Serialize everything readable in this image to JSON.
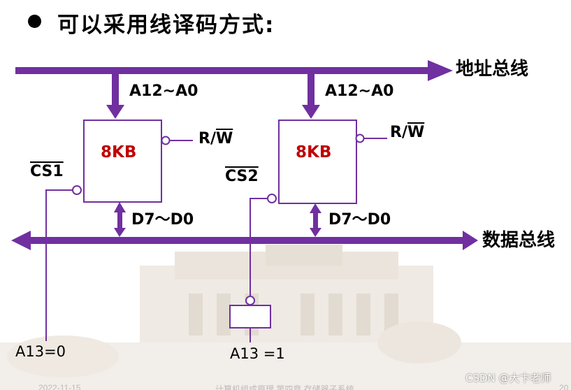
{
  "title": "可以采用线译码方式:",
  "address_bus": {
    "label": "地址总线"
  },
  "data_bus": {
    "label": "数据总线"
  },
  "chips": [
    {
      "capacity": "8KB",
      "addr_lines": "A12~A0",
      "data_lines": "D7～D0",
      "rw": "R/W",
      "rw_bar": "W",
      "cs": "CS1"
    },
    {
      "capacity": "8KB",
      "addr_lines": "A12~A0",
      "data_lines": "D7～D0",
      "rw": "R/W",
      "rw_bar": "W",
      "cs": "CS2"
    }
  ],
  "inputs": {
    "left": "A13=0",
    "right": "A13 =1"
  },
  "footer": {
    "date": "2022-11-15",
    "center": "计算机组成原理  第四章 存储器子系统",
    "page": "20"
  },
  "watermark": "CSDN @大卞老师",
  "colors": {
    "bus": "#7030a0",
    "chip_border": "#7030a0",
    "chip_text": "#c00000"
  }
}
